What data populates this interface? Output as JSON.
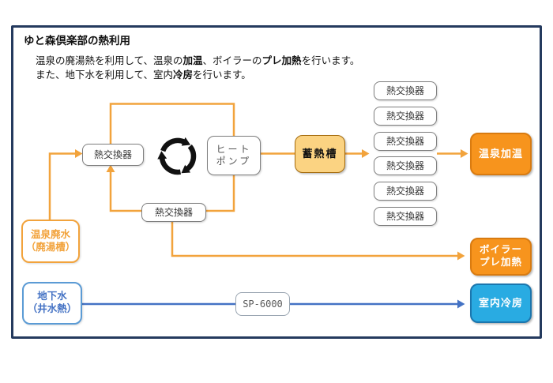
{
  "page": {
    "title": "ゆと森倶楽部の熱利用",
    "desc": {
      "l1_a": "温泉の廃湯熱を利用して、温泉の",
      "l1_b": "加温",
      "l1_c": "、ボイラーの",
      "l1_d": "プレ加熱",
      "l1_e": "を行います。",
      "l2_a": "また、地下水を利用して、室内",
      "l2_b": "冷房",
      "l2_c": "を行います。"
    }
  },
  "nodes": {
    "hx_left": "熱交換器",
    "hx_bottom": "熱交換器",
    "heat_pump_line1": "ヒート",
    "heat_pump_line2": "ポンプ",
    "storage_tank": "蓄熱槽",
    "hx_column": [
      "熱交換器",
      "熱交換器",
      "熱交換器",
      "熱交換器",
      "熱交換器",
      "熱交換器"
    ],
    "onsen_heating": "温泉加温",
    "boiler_line1": "ボイラー",
    "boiler_line2": "プレ加熱",
    "room_cooling": "室内冷房",
    "hot_spring_waste_line1": "温泉廃水",
    "hot_spring_waste_line2": "（廃湯槽）",
    "groundwater_line1": "地下水",
    "groundwater_line2": "（井水熱）",
    "sp_unit": "SP-6000"
  },
  "icons": {
    "recycle_loop": "circular-arrows"
  },
  "colors": {
    "border_navy": "#243A5E",
    "flow_orange": "#F2A33C",
    "flow_blue": "#4472C4",
    "box_orange_fill": "#F7941D",
    "box_orange_border": "#D97B10",
    "tank_fill": "#FBD382",
    "tank_border": "#A46B0D",
    "cooling_fill": "#29ABE2",
    "cooling_border": "#1B76AE",
    "gray_border": "#7F7F7F",
    "blue_border": "#5B9BD5",
    "text_dark": "#333333"
  }
}
